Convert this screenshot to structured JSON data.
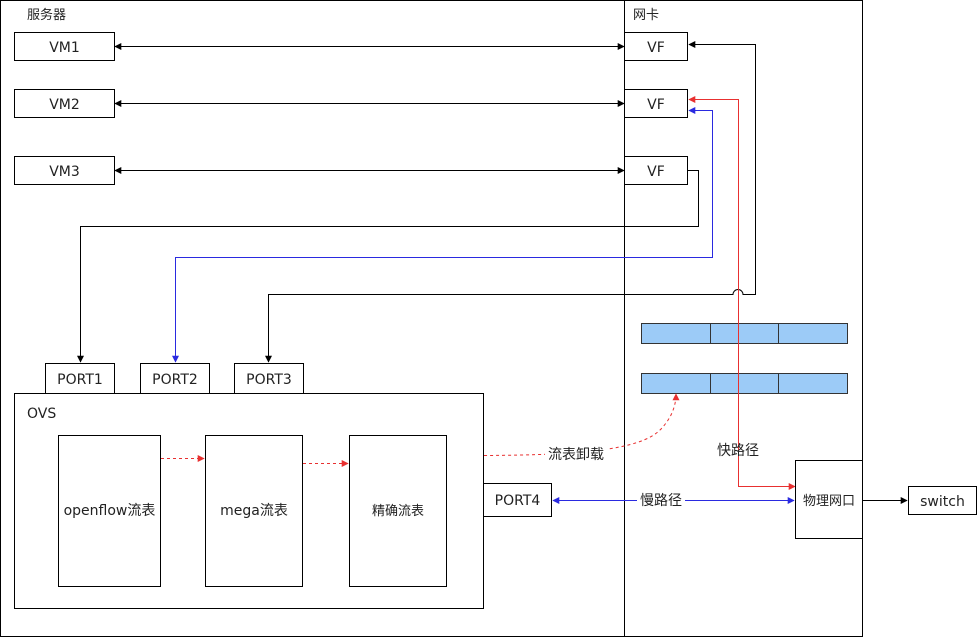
{
  "server": {
    "label": "服务器"
  },
  "nic": {
    "label": "网卡"
  },
  "vms": [
    "VM1",
    "VM2",
    "VM3"
  ],
  "vf": "VF",
  "ports": [
    "PORT1",
    "PORT2",
    "PORT3",
    "PORT4"
  ],
  "ovs": {
    "label": "OVS",
    "tables": [
      "openflow流表",
      "mega流表",
      "精确流表"
    ]
  },
  "offload_label": "流表卸载",
  "fast_path_label": "快路径",
  "slow_path_label": "慢路径",
  "phys_port_label": "物理网口",
  "switch_label": "switch",
  "colors": {
    "line": "#000000",
    "fast_path": "#e83030",
    "slow_path": "#2a2ae0",
    "port2_path": "#2a2ae0",
    "flow_table_fill": "#9ccbf7",
    "flow_table_stroke": "#333333"
  }
}
